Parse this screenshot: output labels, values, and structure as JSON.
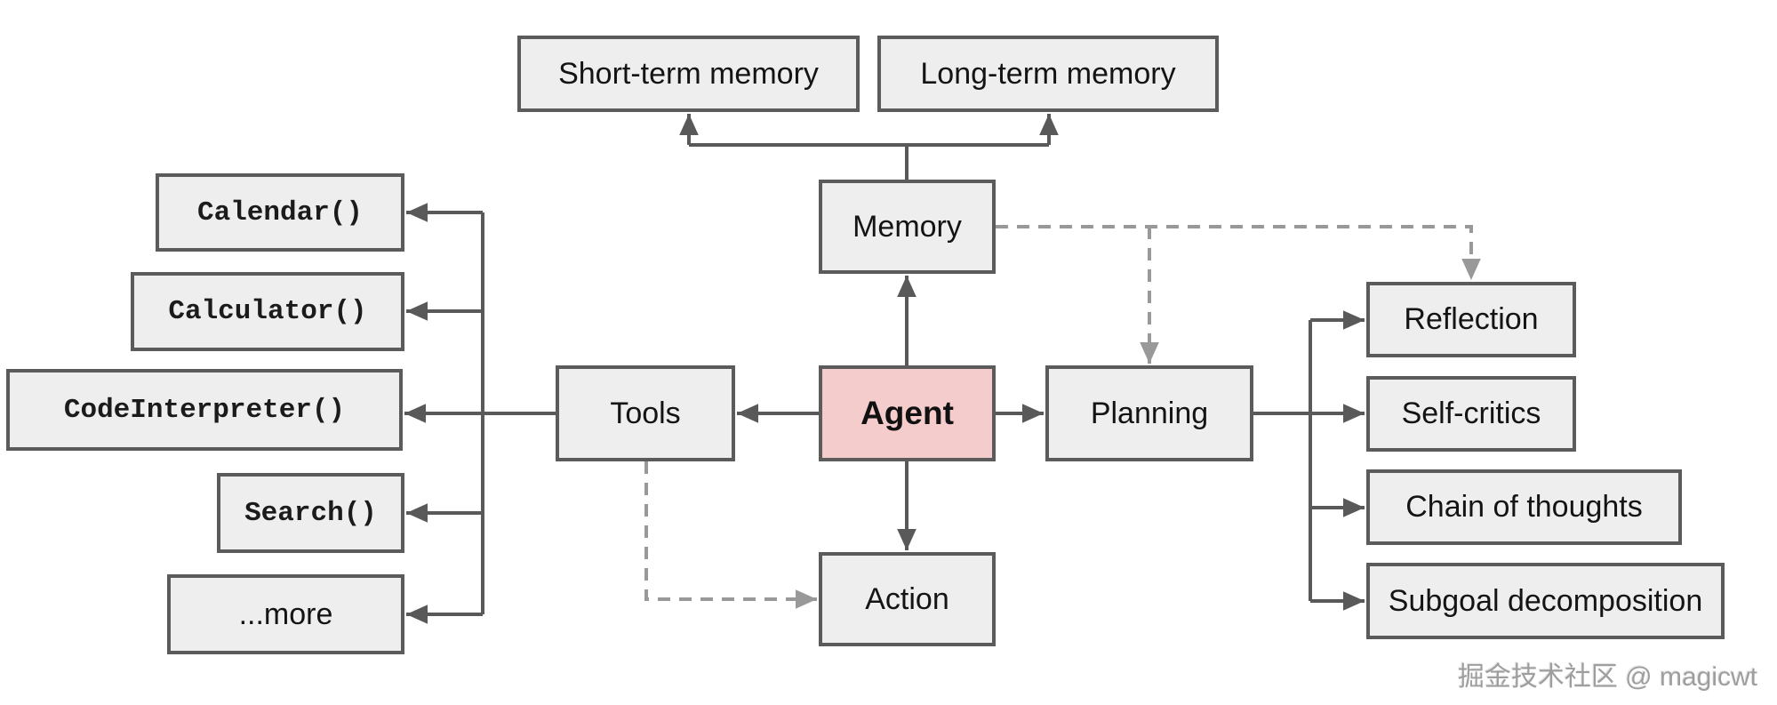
{
  "diagram": {
    "title_hint": "LLM agent overview diagram",
    "nodes": {
      "short_term_memory": {
        "label": "Short-term memory"
      },
      "long_term_memory": {
        "label": "Long-term memory"
      },
      "memory": {
        "label": "Memory"
      },
      "agent": {
        "label": "Agent"
      },
      "tools": {
        "label": "Tools"
      },
      "planning": {
        "label": "Planning"
      },
      "action": {
        "label": "Action"
      },
      "calendar": {
        "label": "Calendar()"
      },
      "calculator": {
        "label": "Calculator()"
      },
      "code_interpreter": {
        "label": "CodeInterpreter()"
      },
      "search": {
        "label": "Search()"
      },
      "more": {
        "label": "...more"
      },
      "reflection": {
        "label": "Reflection"
      },
      "self_critics": {
        "label": "Self-critics"
      },
      "chain_of_thoughts": {
        "label": "Chain of thoughts"
      },
      "subgoal_decomposition": {
        "label": "Subgoal decomposition"
      }
    },
    "colors": {
      "box_fill": "#eeeeee",
      "box_border": "#5b5b5b",
      "agent_fill": "#f4cccc",
      "solid_connector": "#595959",
      "dashed_connector": "#999999"
    },
    "watermark": "掘金技术社区 @ magicwt"
  }
}
